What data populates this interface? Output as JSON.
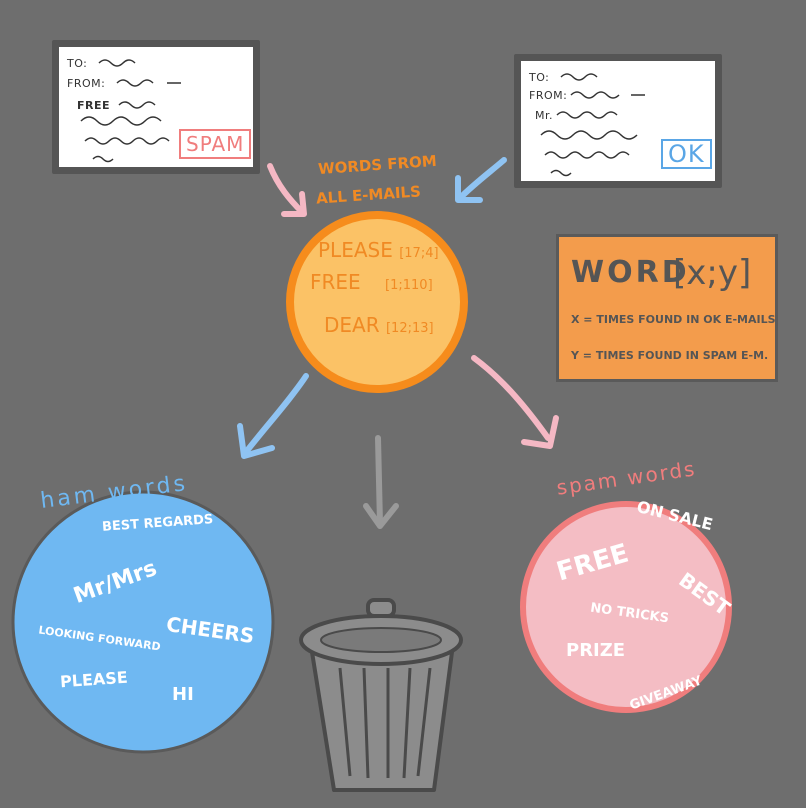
{
  "colors": {
    "background": "#6e6e6e",
    "ham": "#6fb8f2",
    "spam": "#f4bdc4",
    "spam_border": "#f07d7d",
    "center": "#fbc266",
    "center_border": "#f68c1c",
    "legend": "#f39c4c",
    "arrow_pink": "#f5b8c4",
    "arrow_blue": "#8fc3f2",
    "arrow_gray": "#9a9a9a",
    "trash": "#8c8c8c"
  },
  "emails": {
    "spam": {
      "to": "TO:",
      "from": "FROM:",
      "free": "FREE",
      "stamp": "SPAM"
    },
    "ok": {
      "to": "TO:",
      "from": "FROM:",
      "mr": "Mr.",
      "stamp": "OK"
    }
  },
  "center": {
    "heading_line1": "WORDS FROM",
    "heading_line2": "ALL E-MAILS",
    "words": [
      {
        "word": "PLEASE",
        "counts": "[17;4]"
      },
      {
        "word": "FREE",
        "counts": "[1;110]"
      },
      {
        "word": "DEAR",
        "counts": "[12;13]"
      }
    ]
  },
  "legend": {
    "title": "WORD",
    "bracket": "[x;y]",
    "x_line": "X = TIMES FOUND IN OK E-MAILS",
    "y_line": "Y = TIMES FOUND IN SPAM E-M."
  },
  "ham": {
    "heading": "ham words",
    "words": [
      "BEST REGARDS",
      "Mr/Mrs",
      "CHEERS",
      "LOOKING FORWARD",
      "PLEASE",
      "HI"
    ]
  },
  "spam": {
    "heading": "spam words",
    "words": [
      "ON SALE",
      "FREE",
      "BEST",
      "NO TRICKS",
      "PRIZE",
      "GIVEAWAY"
    ]
  }
}
